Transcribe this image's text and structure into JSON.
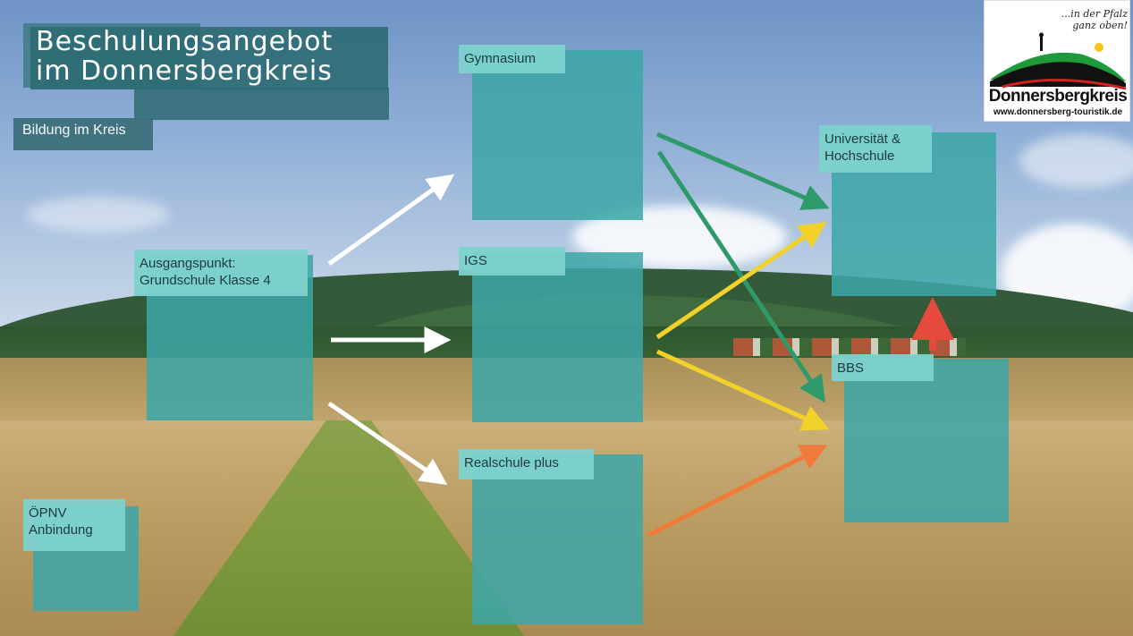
{
  "title": {
    "line1": "Beschulungsangebot",
    "line2": "im  Donnersbergkreis"
  },
  "subtitle": "Bildung im Kreis",
  "nodes": {
    "start": "Ausgangspunkt:\nGrundschule Klasse 4",
    "gymnasium": "Gymnasium",
    "igs": "IGS",
    "realschule": "Realschule plus",
    "uni": "Universität &\nHochschule",
    "bbs": "BBS",
    "oepnv": "ÖPNV\nAnbindung"
  },
  "logo": {
    "slogan": "...in der Pfalz ganz oben!",
    "name": "Donnersbergkreis",
    "url": "www.donnersberg-touristik.de"
  },
  "colors": {
    "box": "#3ca6a6",
    "label": "#7dd2cd",
    "arrow_white": "#ffffff",
    "arrow_green": "#2e9a6a",
    "arrow_yellow": "#f2d22a",
    "arrow_orange": "#f07a3a",
    "arrow_red": "#e64a3c"
  }
}
